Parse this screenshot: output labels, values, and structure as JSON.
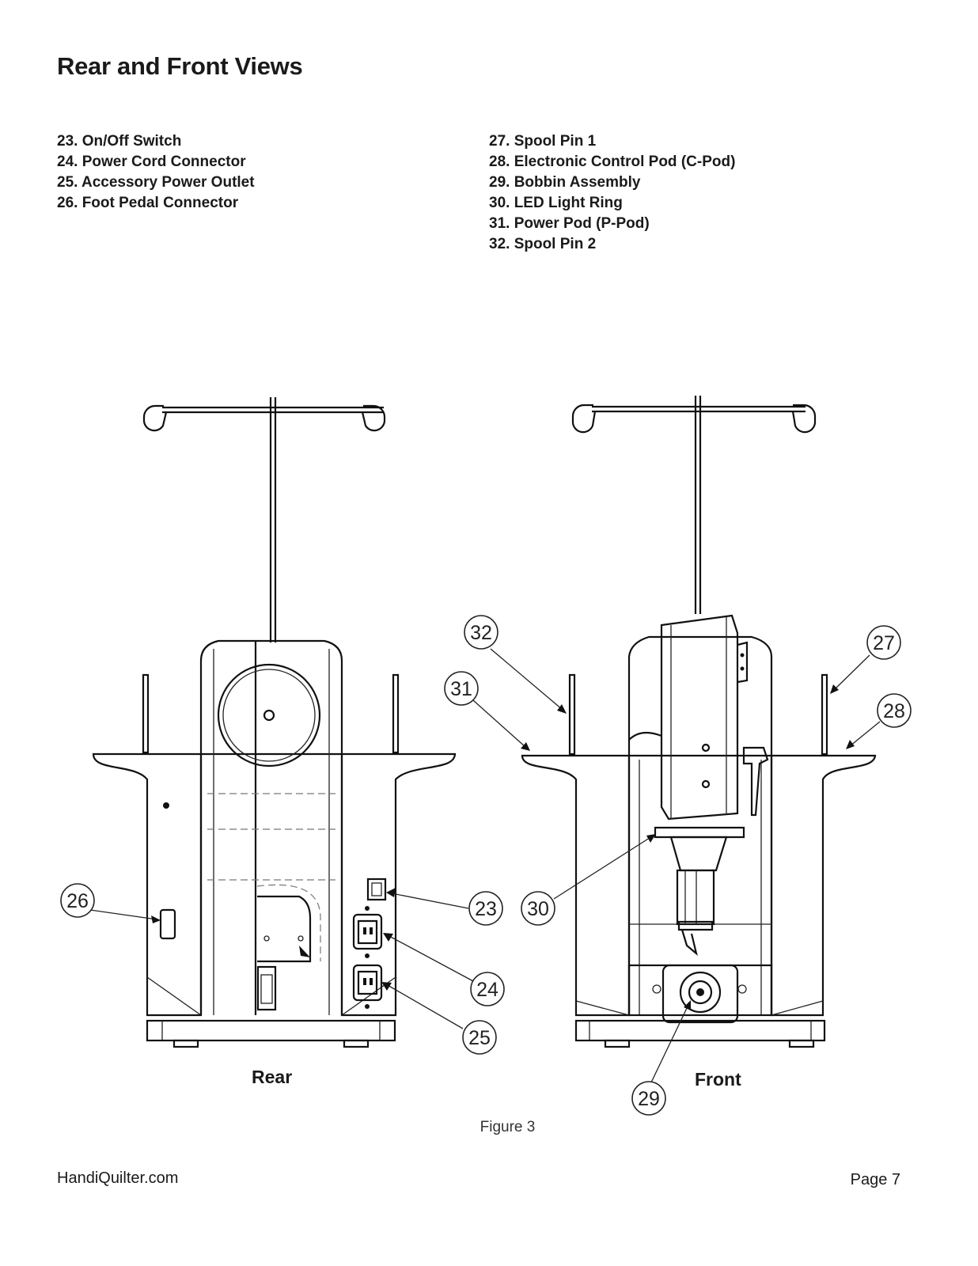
{
  "title": "Rear and Front Views",
  "legend_left": [
    "23. On/Off Switch",
    "24. Power Cord Connector",
    "25. Accessory Power Outlet",
    "26. Foot Pedal Connector"
  ],
  "legend_right": [
    "27. Spool Pin 1",
    "28. Electronic Control Pod (C-Pod)",
    "29. Bobbin Assembly",
    "30. LED Light Ring",
    "31. Power Pod (P-Pod)",
    "32. Spool Pin 2"
  ],
  "rear_label": "Rear",
  "front_label": "Front",
  "callouts": {
    "c23": "23",
    "c24": "24",
    "c25": "25",
    "c26": "26",
    "c27": "27",
    "c28": "28",
    "c29": "29",
    "c30": "30",
    "c31": "31",
    "c32": "32"
  },
  "caption": "Figure 3",
  "footer": {
    "site": "HandiQuilter.com",
    "page": "Page 7"
  }
}
